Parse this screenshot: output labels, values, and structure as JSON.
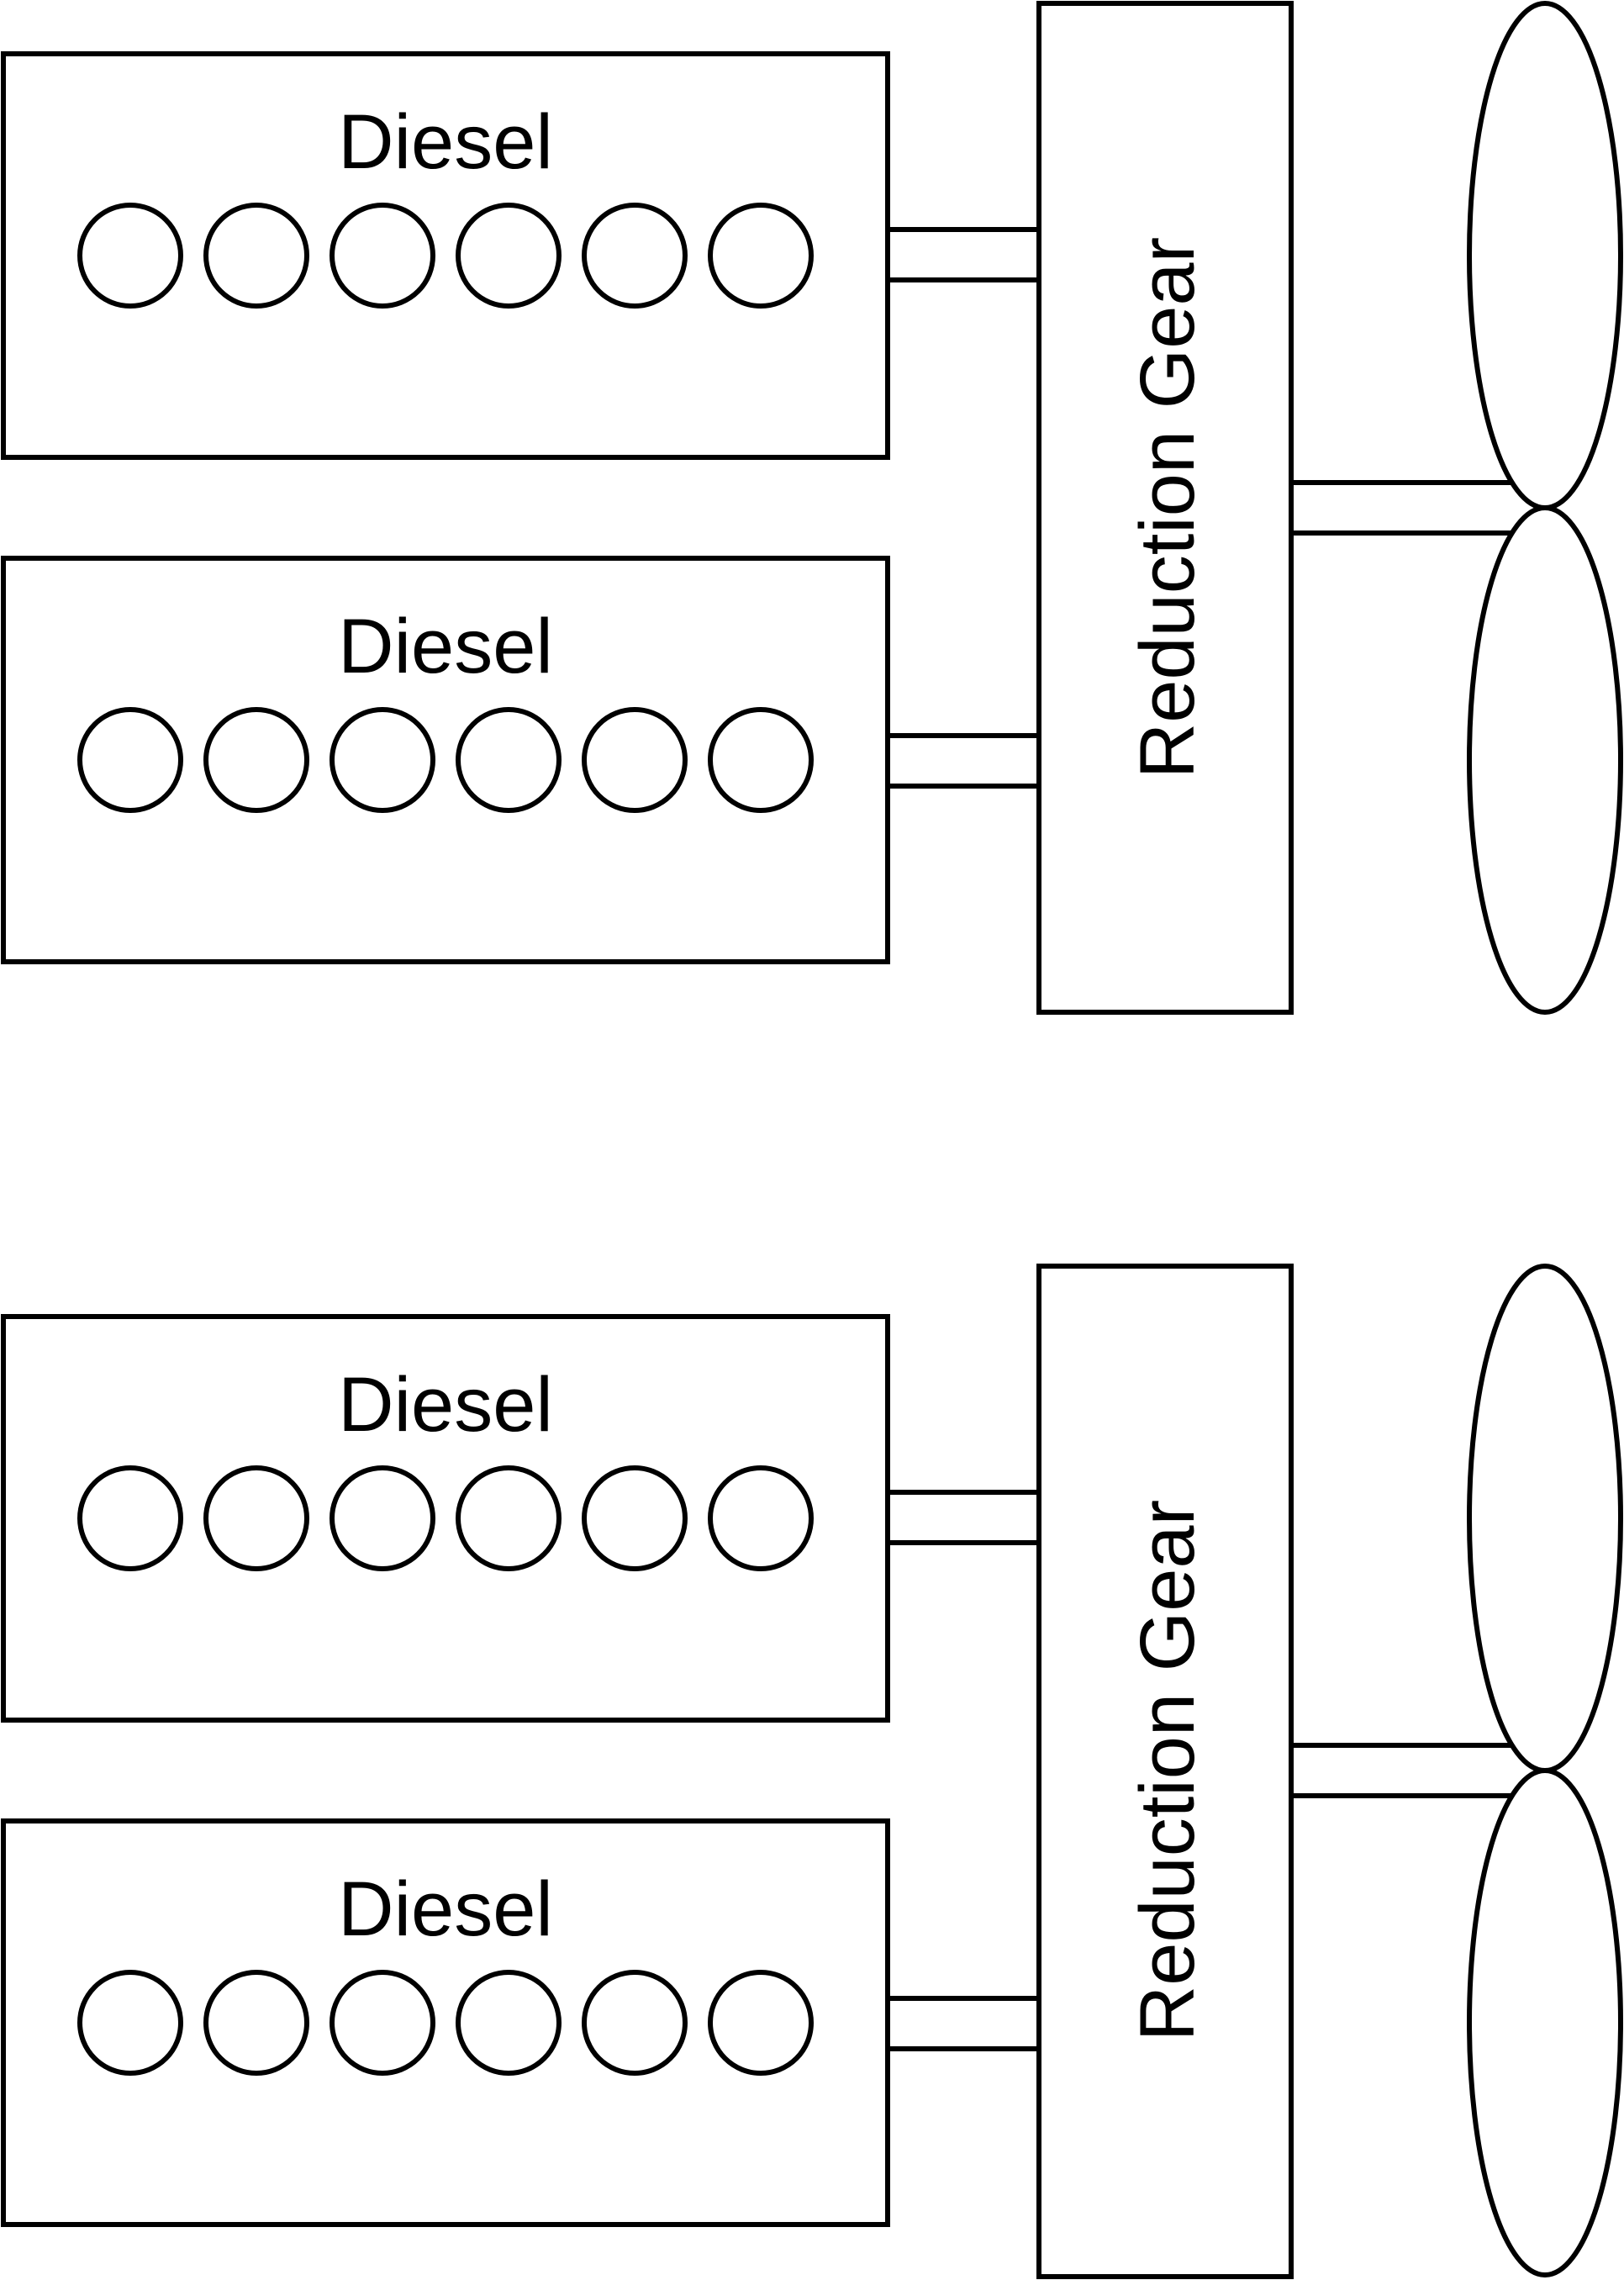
{
  "diagram": {
    "stroke_color": "#000000",
    "background_color": "#ffffff",
    "units": [
      {
        "engines": [
          {
            "label": "Diesel",
            "cylinder_count": 6
          },
          {
            "label": "Diesel",
            "cylinder_count": 6
          }
        ],
        "gearbox": {
          "label": "Reduction Gear"
        },
        "propeller": {
          "blade_count": 2
        }
      },
      {
        "engines": [
          {
            "label": "Diesel",
            "cylinder_count": 6
          },
          {
            "label": "Diesel",
            "cylinder_count": 6
          }
        ],
        "gearbox": {
          "label": "Reduction Gear"
        },
        "propeller": {
          "blade_count": 2
        }
      }
    ]
  }
}
